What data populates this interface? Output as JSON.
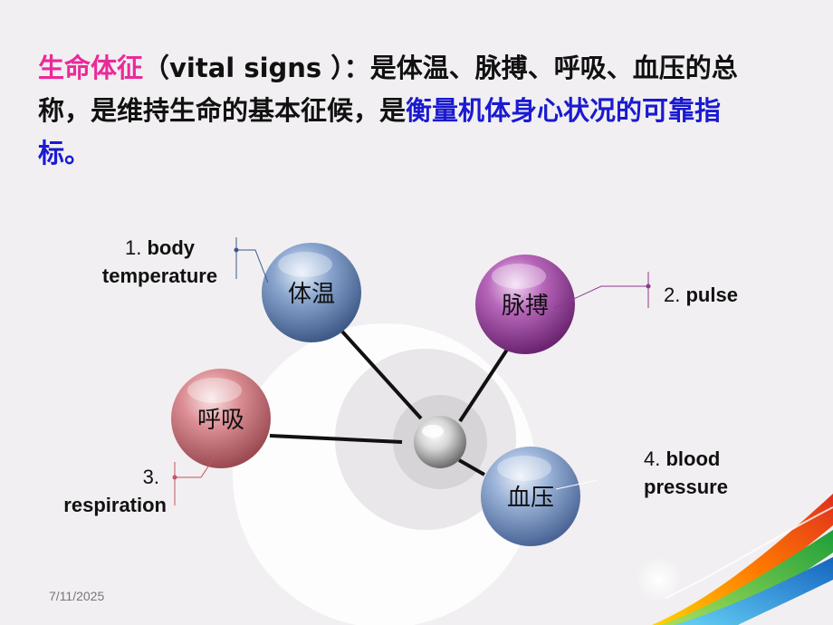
{
  "heading": {
    "term": "生命体征",
    "term_en": "（vital signs ）：",
    "definition_part1": "是体温、脉搏、呼吸、血压的总称，是维持生命的基本征候，是",
    "definition_highlight": "衡量机体身心状况的可靠指标。"
  },
  "nodes": {
    "temperature": {
      "text": "体温",
      "color": "#6e8fc0"
    },
    "pulse": {
      "text": "脉搏",
      "color": "#a34fa7"
    },
    "respiration": {
      "text": "呼吸",
      "color": "#d37d86"
    },
    "blood_pressure": {
      "text": "血压",
      "color": "#7f9dcc"
    }
  },
  "labels": {
    "temperature": {
      "num": "1.",
      "text": "body temperature",
      "line1": "body",
      "line2": "temperature"
    },
    "pulse": {
      "num": "2.",
      "text": "pulse"
    },
    "respiration": {
      "num": "3.",
      "text": "respiration"
    },
    "blood_pressure": {
      "num": "4.",
      "text": "blood pressure",
      "line1": "blood",
      "line2": "pressure"
    }
  },
  "footer": {
    "date": "7/11/2025"
  }
}
